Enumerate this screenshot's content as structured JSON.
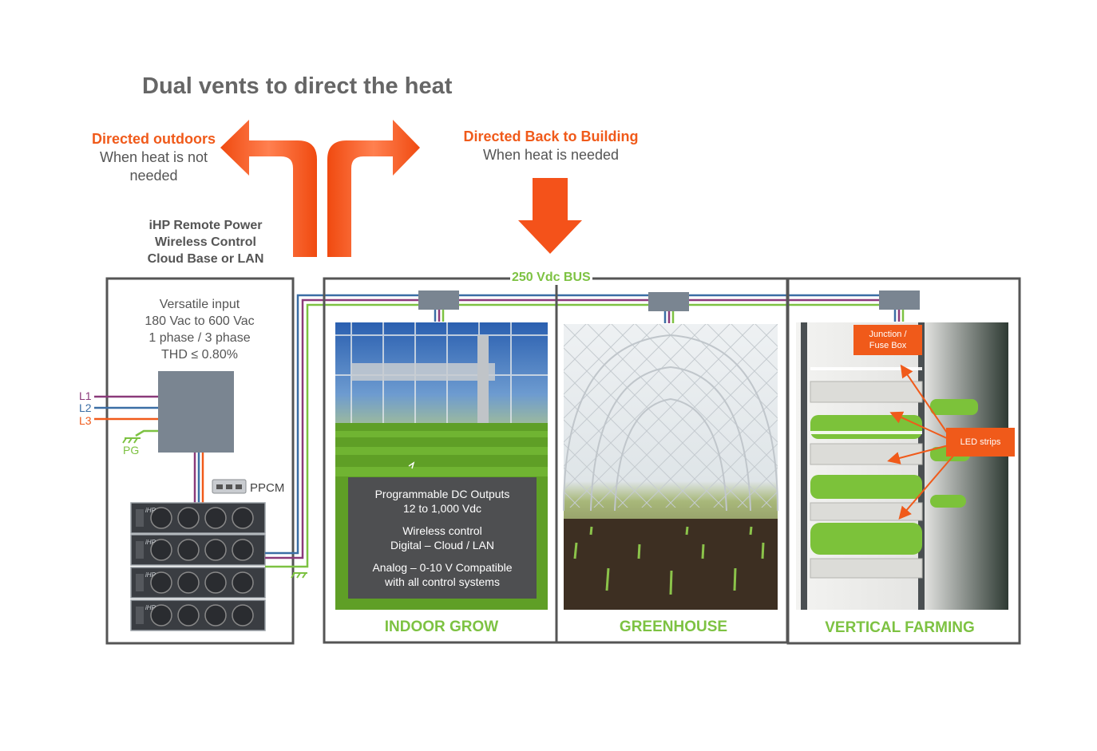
{
  "title": "Dual vents to direct the heat",
  "vent_outdoors": {
    "heading": "Directed outdoors",
    "line1": "When heat is not",
    "line2": "needed"
  },
  "vent_building": {
    "heading": "Directed Back to Building",
    "line1": "When heat is needed"
  },
  "remote": {
    "line1": "iHP Remote Power",
    "line2": "Wireless Control",
    "line3": "Cloud Base or LAN"
  },
  "input": {
    "line1": "Versatile input",
    "line2": "180 Vac to 600 Vac",
    "line3": "1 phase / 3 phase",
    "line4": "THD ≤ 0.80%"
  },
  "lines": {
    "l1": "L1",
    "l2": "L2",
    "l3": "L3",
    "pg": "PG"
  },
  "ppcm": "PPCM",
  "rack_brand": "iHP",
  "bus": "250 Vdc BUS",
  "outputs": {
    "line1": "Programmable DC Outputs",
    "line2": "12 to 1,000 Vdc",
    "line3": "Wireless control",
    "line4": "Digital – Cloud / LAN",
    "line5": "Analog – 0-10 V Compatible",
    "line6": "with all control systems"
  },
  "sections": {
    "indoor": "INDOOR GROW",
    "greenhouse": "GREENHOUSE",
    "vertical": "VERTICAL FARMING"
  },
  "tags": {
    "junction1": "Junction /",
    "junction2": "Fuse Box",
    "led": "LED strips"
  },
  "colors": {
    "orange": "#f05a1a",
    "green": "#7dc242",
    "purple": "#8b3a7a",
    "blue": "#3b6ea5",
    "box_gray": "#7a8591",
    "frame_gray": "#555555"
  }
}
